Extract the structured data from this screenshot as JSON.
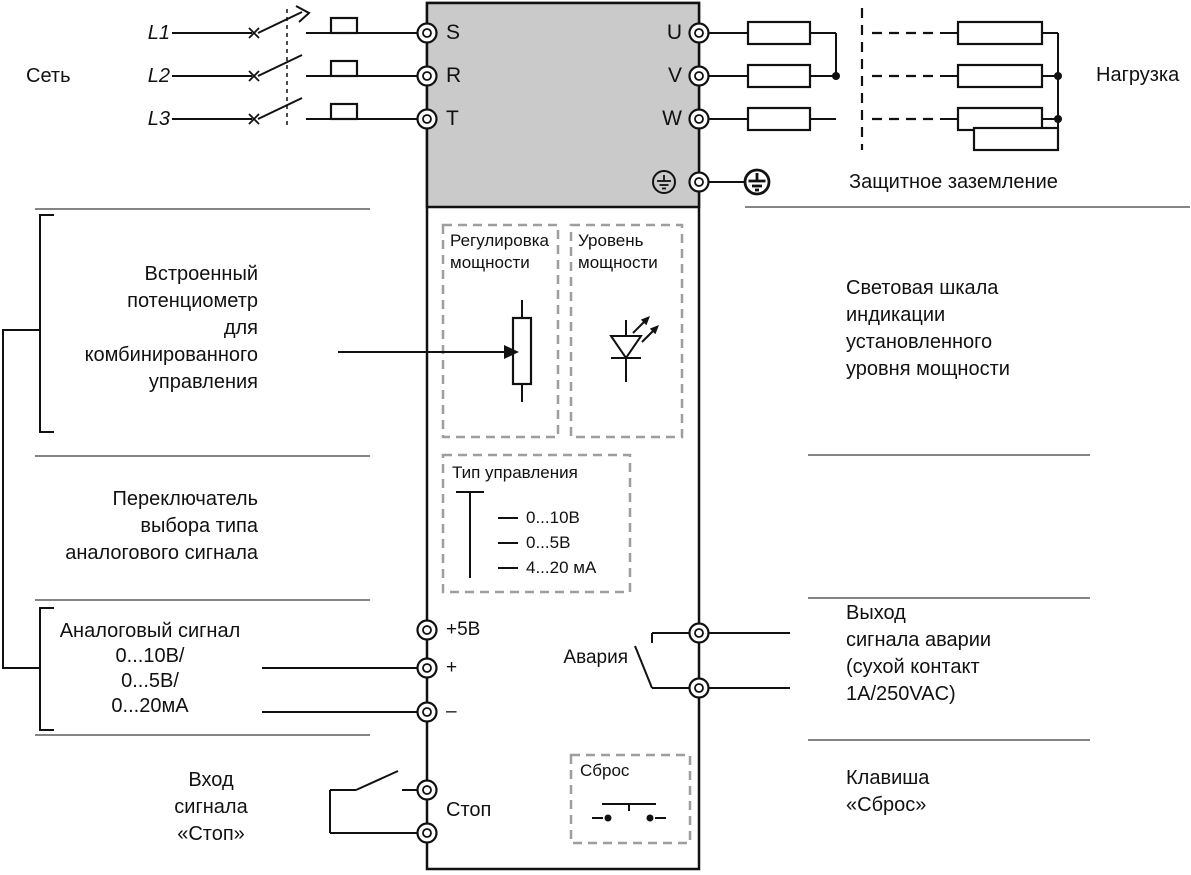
{
  "mains": {
    "label": "Сеть",
    "phases": [
      "L1",
      "L2",
      "L3"
    ]
  },
  "device": {
    "input_terminals": [
      "S",
      "R",
      "T"
    ],
    "output_terminals": [
      "U",
      "V",
      "W"
    ],
    "terminal_plus5v": "+5В",
    "terminal_plus": "+",
    "terminal_minus": "–",
    "terminal_stop": "Стоп",
    "alarm_label": "Авария",
    "box_power_adjust": "Регулировка\nмощности",
    "box_power_level": "Уровень\nмощности",
    "box_control_type": "Тип управления",
    "control_options": [
      "0...10В",
      "0...5В",
      "4...20 мА"
    ],
    "box_reset": "Сброс"
  },
  "right_side": {
    "load_label": "Нагрузка",
    "ground_label": "Защитное заземление",
    "light_scale": "Световая шкала\nиндикации\nустановленного\nуровня мощности",
    "alarm_output": "Выход\nсигнала аварии\n(сухой контакт\n1А/250VAC)",
    "reset_key": "Клавиша\n«Сброс»"
  },
  "left_side": {
    "builtin_pot": "Встроенный\nпотенциометр\nдля\nкомбинированного\nуправления",
    "signal_selector": "Переключатель\nвыбора типа\nаналогового сигнала",
    "analog_signal": "Аналоговый сигнал\n0...10В/\n0...5В/\n0...20мА",
    "stop_input": "Вход\nсигнала\n«Стоп»"
  },
  "colors": {
    "device_fill": "#cacaca",
    "line": "#111111",
    "dashed_box": "#9e9e9e"
  }
}
